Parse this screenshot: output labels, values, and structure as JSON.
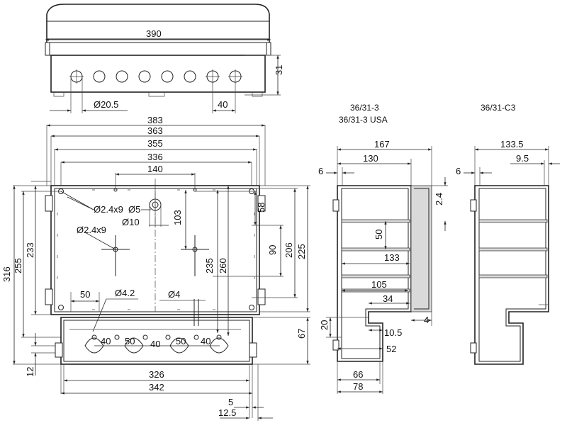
{
  "top_view": {
    "width_dim": "390",
    "height_dim": "31",
    "hole_dim": "Ø20.5",
    "pitch_dim": "40"
  },
  "front_view": {
    "outer_width": "383",
    "width_363": "363",
    "width_355": "355",
    "width_336": "336",
    "width_140": "140",
    "height_316": "316",
    "height_255": "255",
    "height_233": "233",
    "dim_58": "58",
    "dim_103": "103",
    "dim_90": "90",
    "dim_206": "206",
    "dim_225": "225",
    "dim_235": "235",
    "dim_260": "260",
    "hole_2_4x9_a": "Ø2.4x9",
    "hole_2_4x9_b": "Ø2.4x9",
    "hole_5": "Ø5",
    "hole_10": "Ø10",
    "hole_4_2": "Ø4.2",
    "hole_4": "Ø4",
    "dim_50_left": "50",
    "dim_67": "67",
    "dim_12": "12",
    "bottom_pitches": [
      "40",
      "50",
      "40",
      "50",
      "40"
    ],
    "width_326": "326",
    "width_342": "342",
    "dim_5": "5",
    "dim_12_5": "12.5"
  },
  "side_view_1": {
    "title_line1": "36/31-3",
    "title_line2": "36/31-3 USA",
    "depth_167": "167",
    "depth_130": "130",
    "dim_6": "6",
    "dim_2_4": "2.4",
    "dim_50": "50",
    "dim_133": "133",
    "dim_105": "105",
    "dim_34": "34",
    "dim_4": "4",
    "dim_20": "20",
    "dim_10_5": "10.5",
    "dim_52": "52",
    "dim_66": "66",
    "dim_78": "78"
  },
  "side_view_2": {
    "title": "36/31-C3",
    "depth_133_5": "133.5",
    "dim_9_5": "9.5",
    "dim_6": "6"
  }
}
